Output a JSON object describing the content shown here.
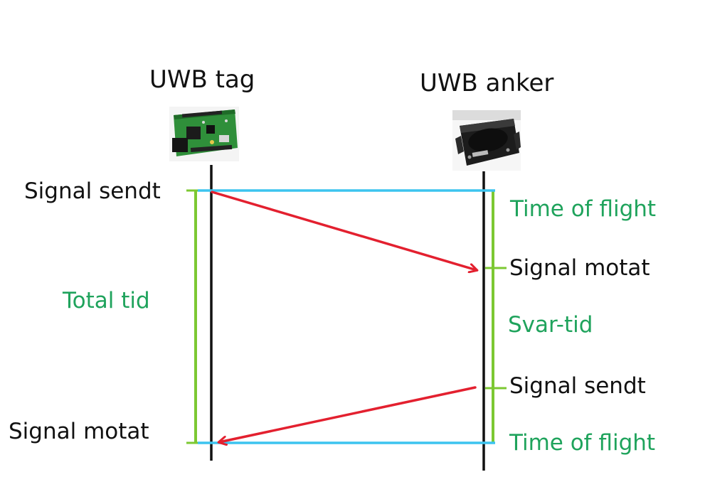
{
  "devices": {
    "tag": {
      "title": "UWB tag",
      "picture_icon": "circuit-board-icon"
    },
    "anchor": {
      "title": "UWB anker",
      "picture_icon": "anchor-module-icon"
    }
  },
  "left_labels": {
    "signal_sent": "Signal sendt",
    "signal_received": "Signal motat",
    "total_time": "Total tid"
  },
  "right_labels": {
    "time_of_flight_1": "Time of flight",
    "signal_received": "Signal motat",
    "reply_time": "Svar-tid",
    "signal_sent": "Signal sendt",
    "time_of_flight_2": "Time of flight"
  },
  "colors": {
    "lifeline": "#111111",
    "signal_arrow": "#e3202f",
    "time_marker": "#3cc4ef",
    "bracket": "#7cc832",
    "label_green": "#1fa35c",
    "label_black": "#111111"
  }
}
